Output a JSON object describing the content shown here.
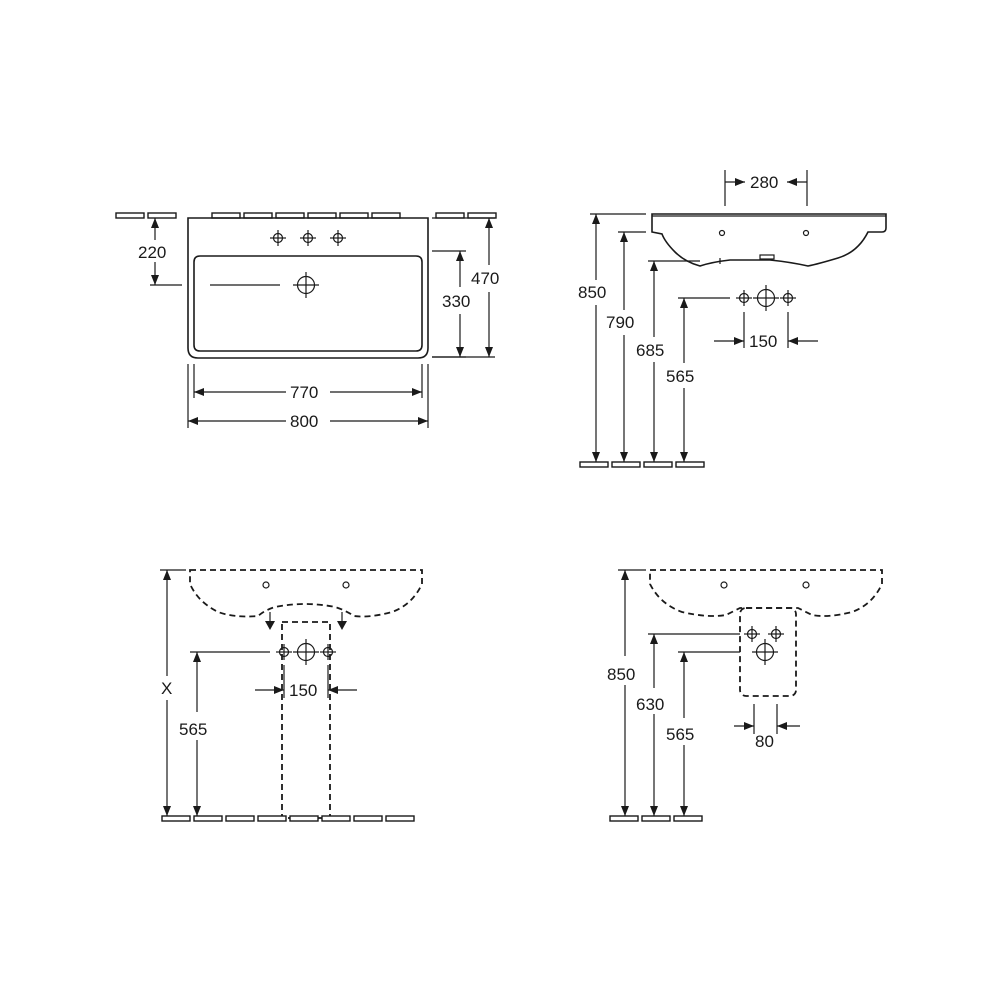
{
  "views": {
    "top": {
      "dim_wall_to_holes": "220",
      "dim_basin_depth": "330",
      "dim_total_depth": "470",
      "dim_basin_width": "770",
      "dim_total_width": "800"
    },
    "side": {
      "dim_tap_spacing": "280",
      "dim_rim_height": "850",
      "dim_790": "790",
      "dim_685": "685",
      "dim_waste_height": "565",
      "dim_supply_spacing": "150"
    },
    "front_pedestal": {
      "dim_x": "X",
      "dim_waste_height": "565",
      "dim_supply_spacing": "150"
    },
    "front_siphon": {
      "dim_rim_height": "850",
      "dim_630": "630",
      "dim_waste_height": "565",
      "dim_80": "80"
    }
  },
  "colors": {
    "line": "#1a1a1a",
    "background": "#ffffff"
  }
}
